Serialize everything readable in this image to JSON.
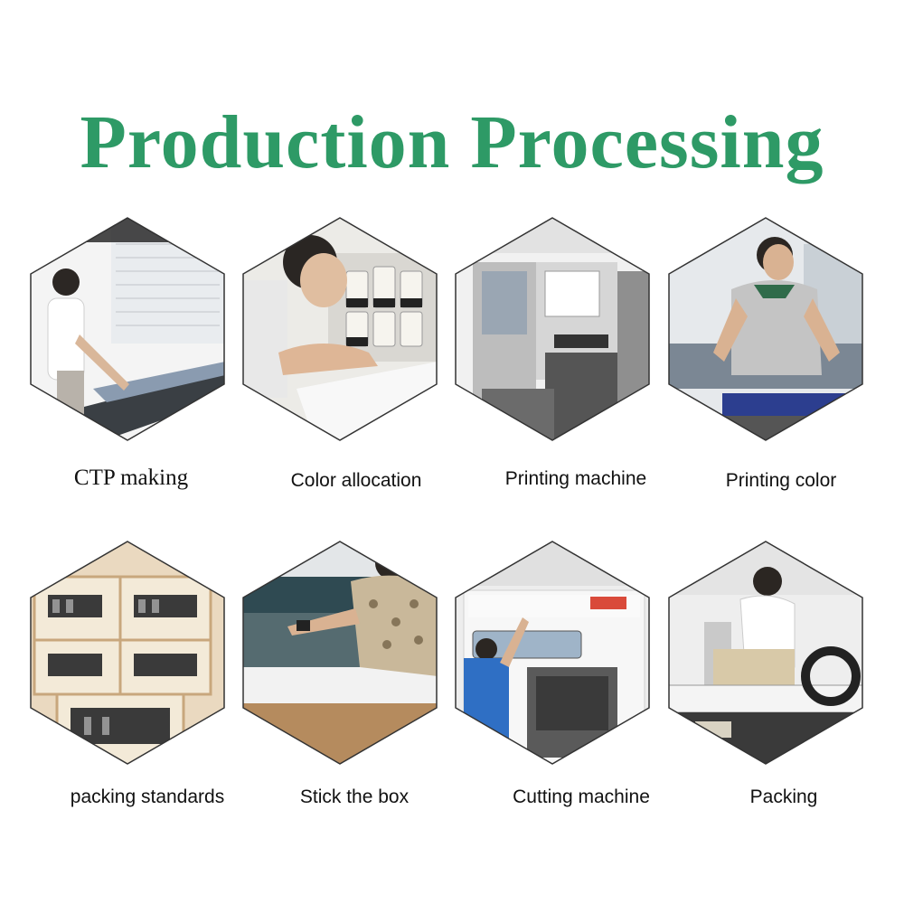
{
  "title": "Production Processing",
  "colors": {
    "title": "#2e9a66",
    "caption": "#111111",
    "hex_border": "#333333"
  },
  "steps": [
    {
      "label": "CTP making",
      "image": "ctp-plate-machine-photo"
    },
    {
      "label": "Color allocation",
      "image": "ink-mixing-photo"
    },
    {
      "label": "Printing machine",
      "image": "offset-printer-photo"
    },
    {
      "label": "Printing color",
      "image": "press-operator-photo"
    },
    {
      "label": "packing standards",
      "image": "packed-cartons-photo"
    },
    {
      "label": "Stick the box",
      "image": "box-gluing-photo"
    },
    {
      "label": "Cutting machine",
      "image": "die-cutter-photo"
    },
    {
      "label": "Packing",
      "image": "packing-station-photo"
    }
  ]
}
